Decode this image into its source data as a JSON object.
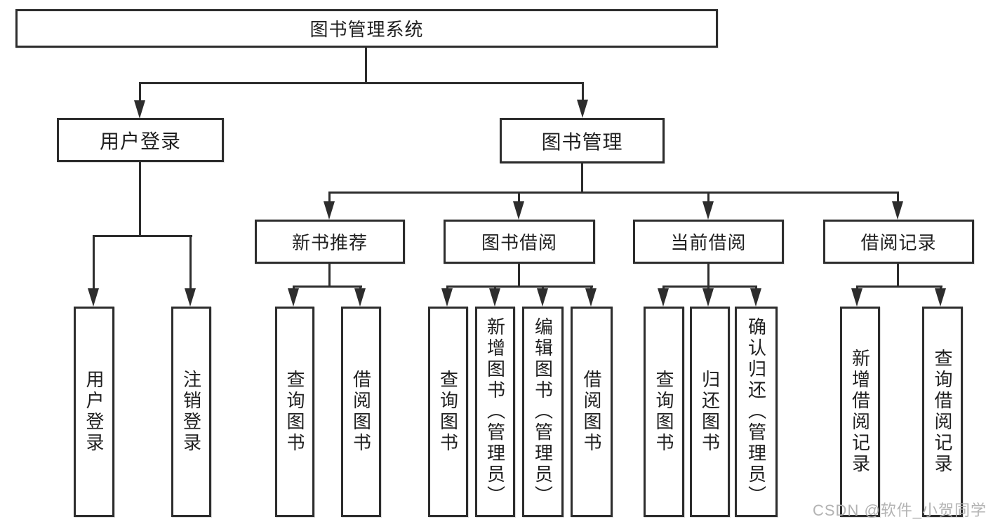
{
  "diagram": {
    "root": "图书管理系统",
    "branches": [
      {
        "label": "用户登录",
        "children": [
          "用户登录",
          "注销登录"
        ]
      },
      {
        "label": "图书管理",
        "sections": [
          {
            "label": "新书推荐",
            "children": [
              "查询图书",
              "借阅图书"
            ]
          },
          {
            "label": "图书借阅",
            "children": [
              "查询图书",
              "新增图书（管理员）",
              "编辑图书（管理员）",
              "借阅图书"
            ]
          },
          {
            "label": "当前借阅",
            "children": [
              "查询图书",
              "归还图书",
              "确认归还（管理员）"
            ]
          },
          {
            "label": "借阅记录",
            "children": [
              "新增借阅记录",
              "查询借阅记录"
            ]
          }
        ]
      }
    ]
  },
  "watermark": {
    "text": "CSDN @软件_小贺同学"
  },
  "colors": {
    "line": "#2d2d2d",
    "text": "#1f1f1f",
    "watermark": "#b3b3b3",
    "bg": "#ffffff"
  }
}
